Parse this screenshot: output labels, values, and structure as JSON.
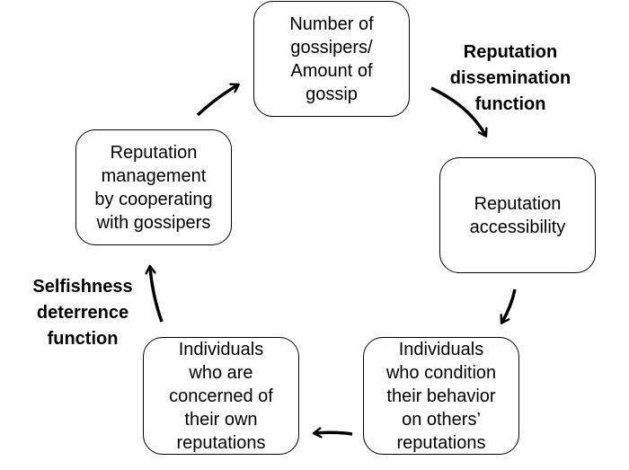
{
  "nodes": {
    "gossipers": "Number of\ngossipers/\nAmount of\ngossip",
    "accessibility": "Reputation\naccessibility",
    "conditioners": "Individuals\nwho condition\ntheir behavior\non others’\nreputations",
    "concerned": "Individuals\nwho are\nconcerned of\ntheir own\nreputations",
    "management": "Reputation\nmanagement\nby cooperating\nwith gossipers"
  },
  "labels": {
    "dissemination": "Reputation\ndissemination\nfunction",
    "deterrence": "Selfishness\ndeterrence\nfunction"
  }
}
